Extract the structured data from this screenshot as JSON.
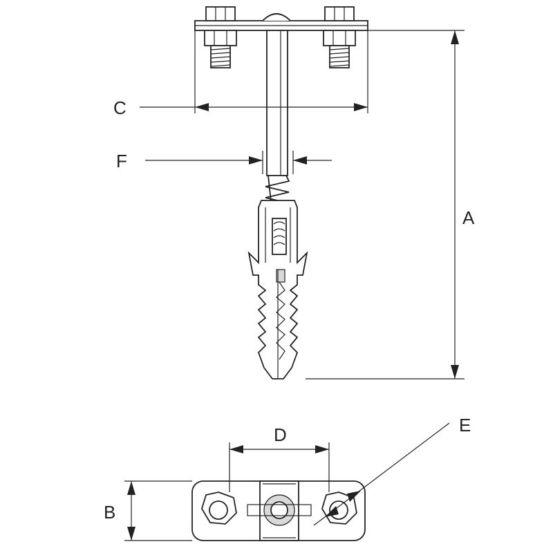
{
  "dimensions": {
    "A": "A",
    "B": "B",
    "C": "C",
    "D": "D",
    "E": "E",
    "F": "F"
  },
  "colors": {
    "line": "#222222",
    "fill": "#ffffff",
    "shade": "#d9d9d9"
  }
}
